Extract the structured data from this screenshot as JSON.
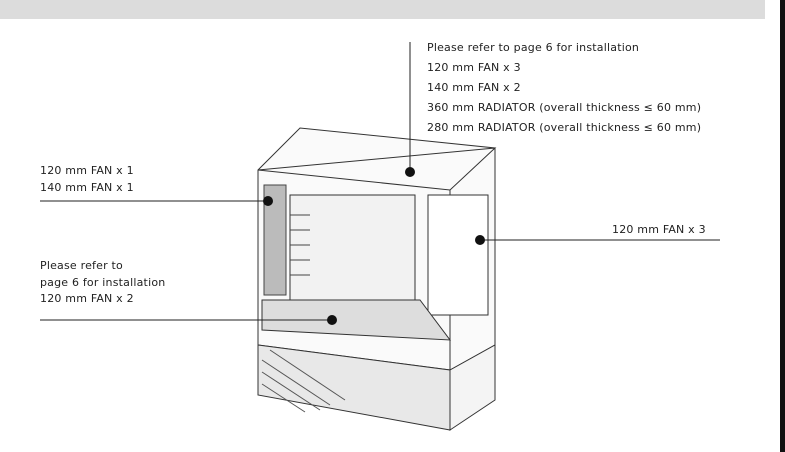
{
  "callouts": {
    "top": [
      "Please refer to page 6 for installation",
      "120 mm FAN x 3",
      "140 mm FAN x 2",
      "360 mm RADIATOR (overall thickness ≤ 60 mm)",
      "280 mm RADIATOR (overall thickness ≤ 60 mm)"
    ],
    "rear": [
      "120 mm FAN x 1",
      "140 mm FAN x 1"
    ],
    "side": [
      "120 mm FAN x 3"
    ],
    "bottom": [
      "Please refer to",
      "page 6 for installation",
      "120 mm FAN x 2"
    ]
  }
}
